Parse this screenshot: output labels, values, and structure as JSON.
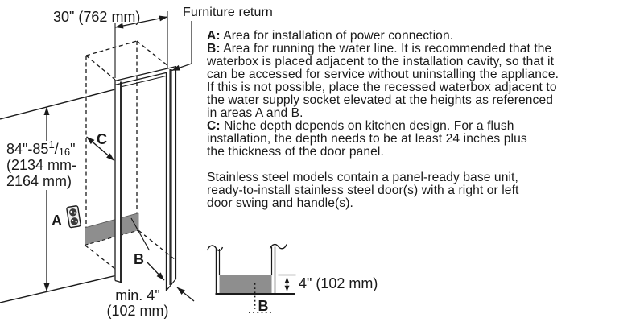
{
  "diagram": {
    "dim_width": "30\" (762 mm)",
    "furniture_return": "Furniture return",
    "dim_height": {
      "pre": "84\"-85",
      "frac_num": "1",
      "frac_slash": "/",
      "frac_den": "16",
      "post": "\"",
      "line2": "(2134 mm-",
      "line3": "2164 mm)"
    },
    "label_a": "A",
    "label_b": "B",
    "label_c": "C",
    "dim_min4_line1": "min. 4\"",
    "dim_min4_line2": "(102 mm)"
  },
  "detail": {
    "dim": "4\" (102 mm)",
    "label_b": "B"
  },
  "notes": {
    "items": [
      {
        "label": "A:",
        "lines": [
          " Area for installation of power connection."
        ]
      },
      {
        "label": "B:",
        "lines": [
          " Area for running the water line. It is recommended that the",
          "waterbox is placed adjacent to the installation cavity, so that it",
          "can be accessed for service without uninstalling the appliance.",
          "If this is not possible, place the recessed waterbox adjacent to",
          "the water supply socket elevated at the heights as referenced",
          "in areas A and B."
        ]
      },
      {
        "label": "C:",
        "lines": [
          " Niche depth depends on kitchen design. For a flush",
          "installation, the depth needs to be at least 24 inches plus",
          "the thickness of the door panel."
        ]
      }
    ],
    "paragraph2": [
      "Stainless steel models contain a panel-ready base unit,",
      "ready-to-install stainless steel door(s) with a right or left",
      "door swing and handle(s)."
    ]
  },
  "colors": {
    "line": "#1a1a1a",
    "shade": "#8e8e8e"
  }
}
